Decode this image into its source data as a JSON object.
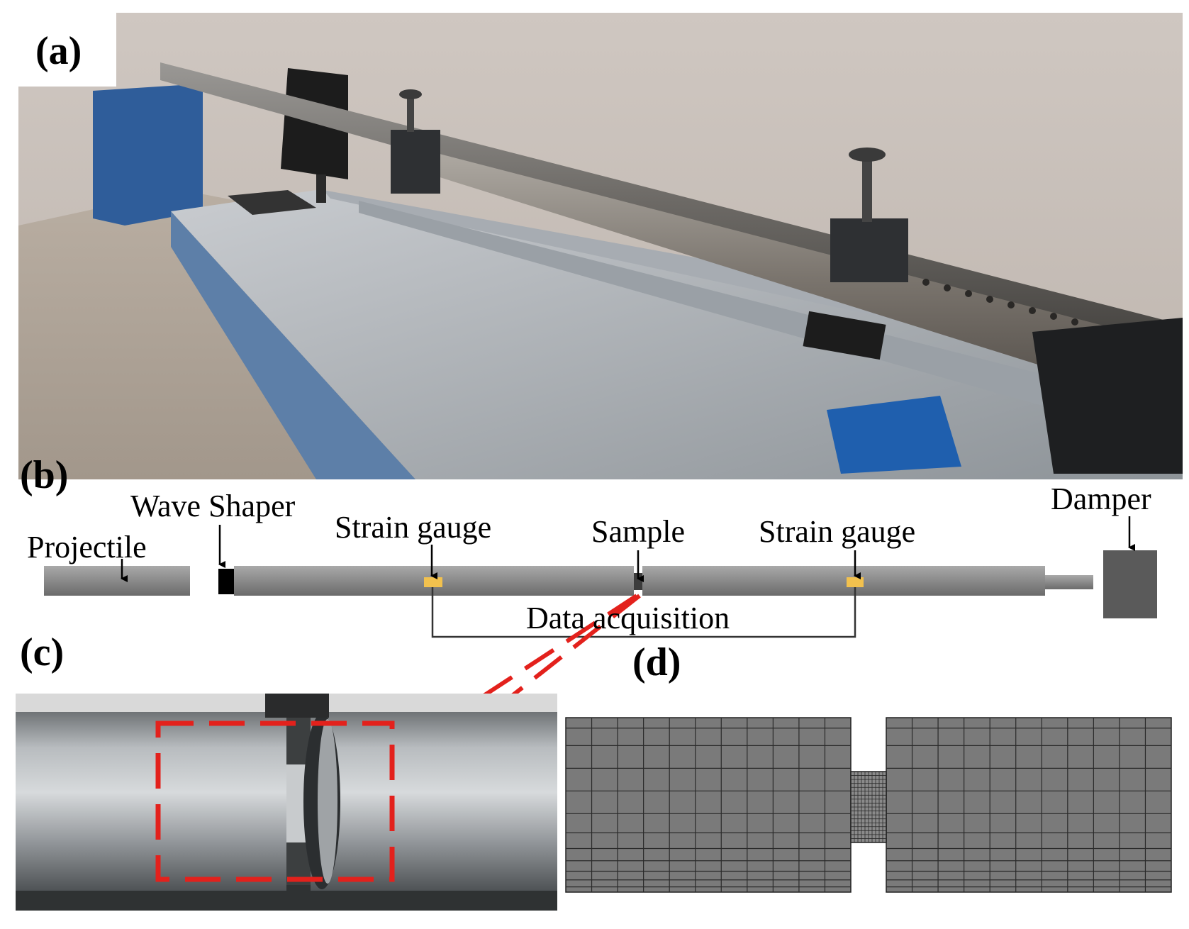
{
  "panels": {
    "a": "(a)",
    "b": "(b)",
    "c": "(c)",
    "d": "(d)"
  },
  "labels": {
    "projectile": "Projectile",
    "wave_shaper": "Wave Shaper",
    "strain_gauge_1": "Strain gauge",
    "sample": "Sample",
    "strain_gauge_2": "Strain gauge",
    "damper": "Damper",
    "data_acquisition": "Data acquisition"
  },
  "colors": {
    "bar": "#8c8c8c",
    "bar_dark": "#5a5a5a",
    "gauge": "#f2c14e",
    "highlight": "#e3211c",
    "mesh": "#7a7a7a"
  }
}
